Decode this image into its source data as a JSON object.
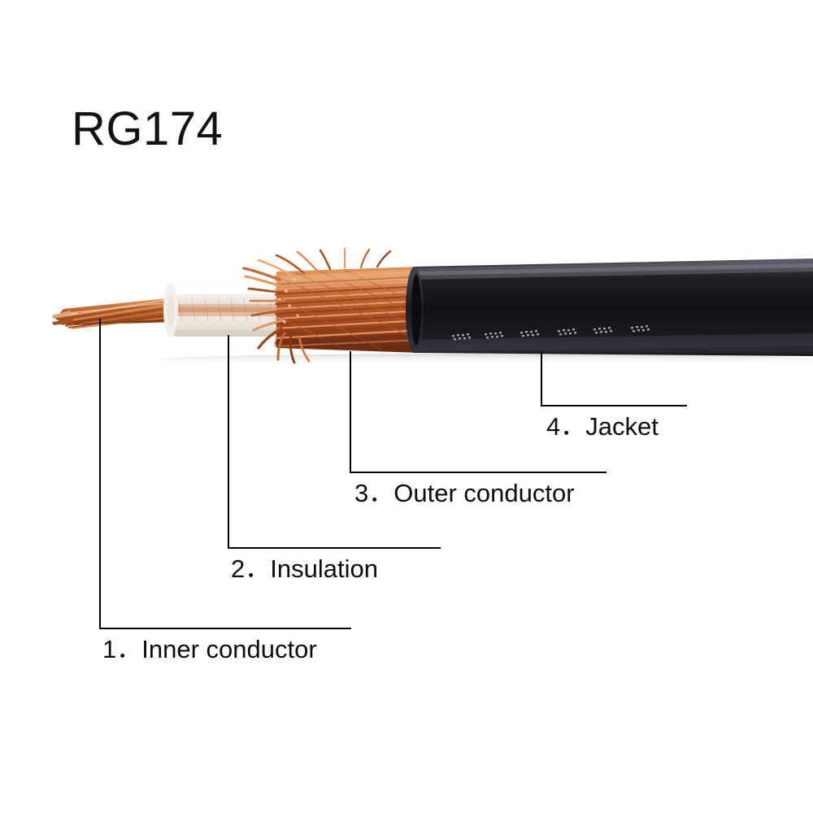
{
  "title": "RG174",
  "diagram": {
    "subject": "coaxial-cable-cutaway",
    "colors": {
      "jacket": "#16161a",
      "jacket_highlight": "#4c4c56",
      "braid_copper": "#c1632f",
      "braid_copper_dark": "#8b3a1a",
      "braid_copper_light": "#e8a070",
      "insulation": "#f2efe9",
      "inner_conductor": "#c06a33",
      "leader_line": "#000000",
      "text": "#0d0d0d",
      "background": "#ffffff"
    }
  },
  "callouts": [
    {
      "number": "1",
      "label": "1．Inner conductor",
      "part": "inner-conductor"
    },
    {
      "number": "2",
      "label": "2．Insulation",
      "part": "insulation"
    },
    {
      "number": "3",
      "label": "3．Outer conductor",
      "part": "outer-conductor"
    },
    {
      "number": "4",
      "label": "4．Jacket",
      "part": "jacket"
    }
  ]
}
